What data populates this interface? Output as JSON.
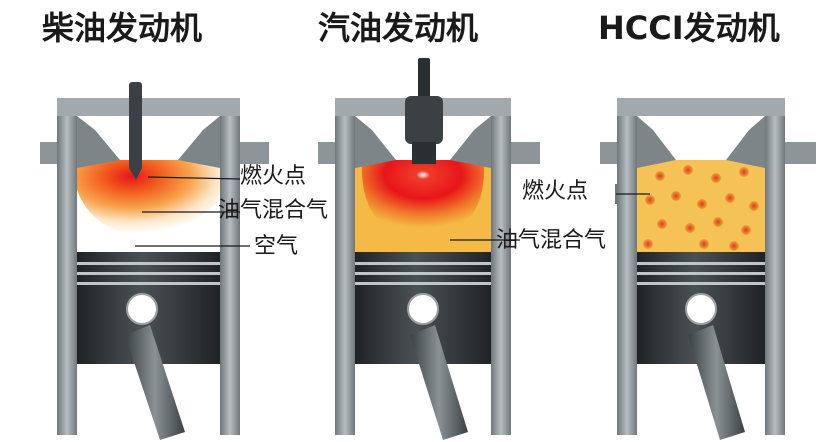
{
  "titles": {
    "diesel": "柴油发动机",
    "gasoline": "汽油发动机",
    "hcci": "HCCI发动机"
  },
  "labels": {
    "diesel_ignition": "燃火点",
    "diesel_mixture": "油气混合气",
    "diesel_air": "空气",
    "hcci_ignition": "燃火点",
    "gasoline_mixture": "油气混合气"
  },
  "colors": {
    "cylinder_wall": "#8d9599",
    "piston": "#2f3437",
    "mixture": "#f5b945",
    "flame_core": "#e8151a",
    "hcci_dot": "#e0521a"
  }
}
